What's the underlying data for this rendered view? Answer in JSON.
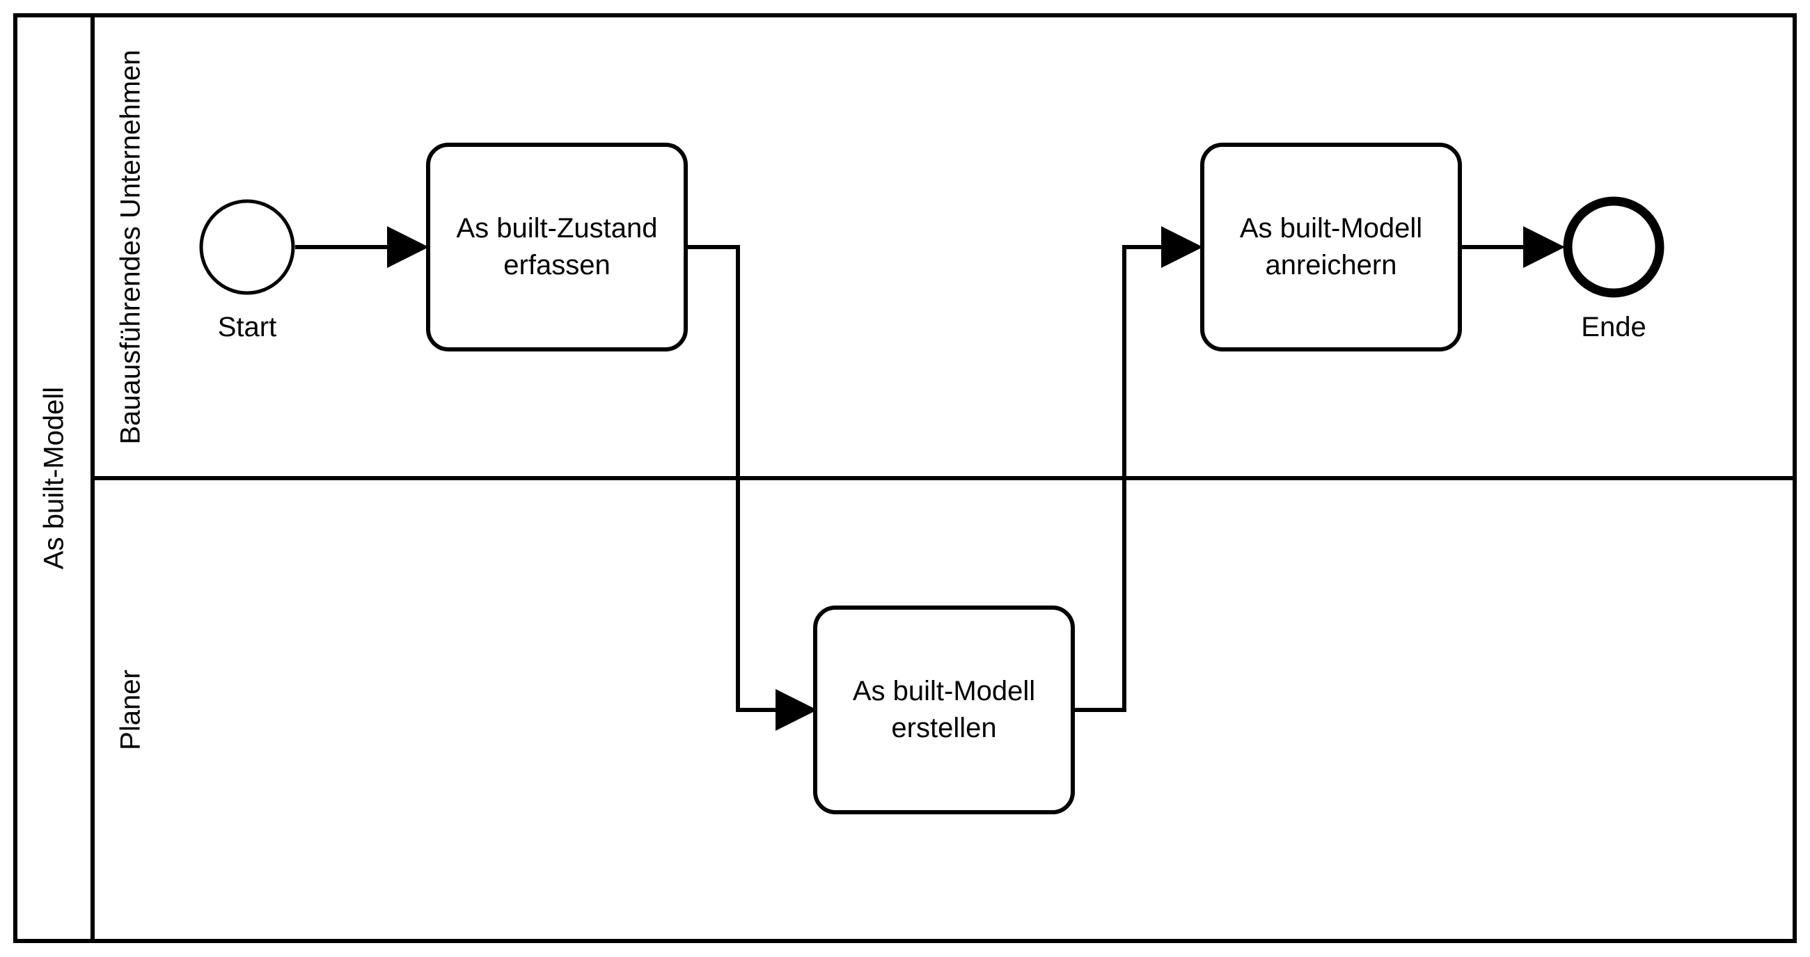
{
  "pool": {
    "label": "As built-Modell"
  },
  "lanes": [
    {
      "label": "Bauausführendes Unternehmen"
    },
    {
      "label": "Planer"
    }
  ],
  "events": {
    "start": {
      "label": "Start"
    },
    "end": {
      "label": "Ende"
    }
  },
  "tasks": [
    {
      "line1": "As built-Zustand",
      "line2": "erfassen"
    },
    {
      "line1": "As built-Modell",
      "line2": "anreichern"
    },
    {
      "line1": "As built-Modell",
      "line2": "erstellen"
    }
  ],
  "colors": {
    "stroke": "#000000",
    "background": "#ffffff"
  }
}
